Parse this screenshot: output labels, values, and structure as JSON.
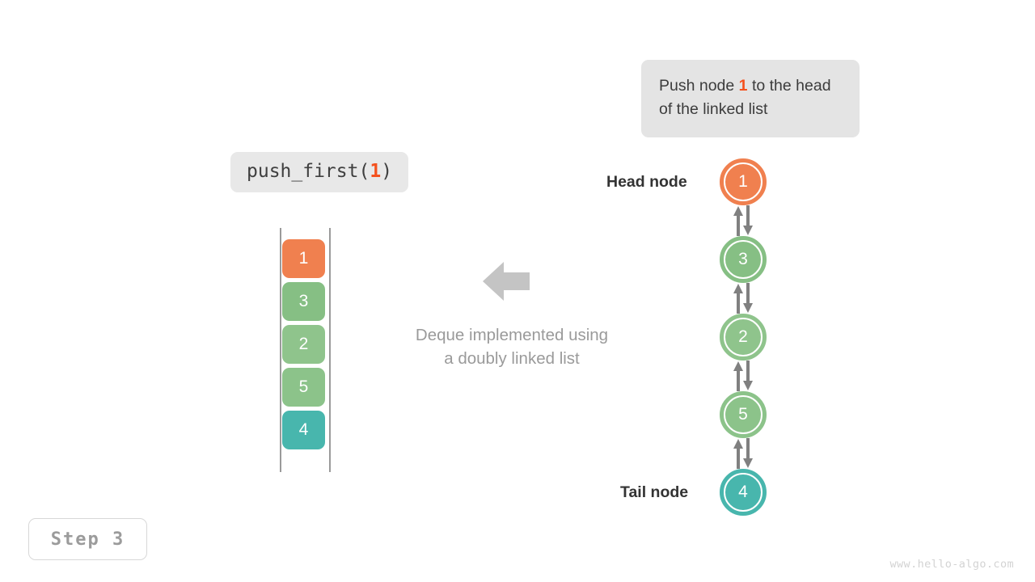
{
  "callout": {
    "text_before": "Push node ",
    "highlight": "1",
    "text_after": " to the head of the linked list"
  },
  "operation": {
    "name": "push_first(",
    "argument": "1",
    "close": ")"
  },
  "step_badge": {
    "label": "Step 3"
  },
  "watermark": {
    "text": "www.hello-algo.com"
  },
  "center": {
    "arrow_icon": "arrow-left-icon",
    "caption_line1": "Deque implemented using",
    "caption_line2": "a doubly linked list"
  },
  "array_view": {
    "cells": [
      {
        "value": "1",
        "color": "#f0804f"
      },
      {
        "value": "3",
        "color": "#86bf84"
      },
      {
        "value": "2",
        "color": "#8fc48c"
      },
      {
        "value": "5",
        "color": "#8cc38a"
      },
      {
        "value": "4",
        "color": "#48b6ad"
      }
    ]
  },
  "linked_list": {
    "head_label": "Head node",
    "tail_label": "Tail node",
    "nodes": [
      {
        "value": "1",
        "color": "#f0804f"
      },
      {
        "value": "3",
        "color": "#86bf84"
      },
      {
        "value": "2",
        "color": "#8fc48c"
      },
      {
        "value": "5",
        "color": "#8cc38a"
      },
      {
        "value": "4",
        "color": "#48b6ad"
      }
    ],
    "link_icon": "double-arrow-vertical-icon",
    "link_color": "#808080"
  },
  "colors": {
    "accent_orange": "#f4511e",
    "node_orange": "#f0804f",
    "node_green": "#88c186",
    "node_teal": "#48b6ad",
    "pill_bg": "#e8e8e8",
    "callout_bg": "#e4e4e4",
    "muted_text": "#9a9a9a",
    "rail": "#9a9a9a"
  }
}
